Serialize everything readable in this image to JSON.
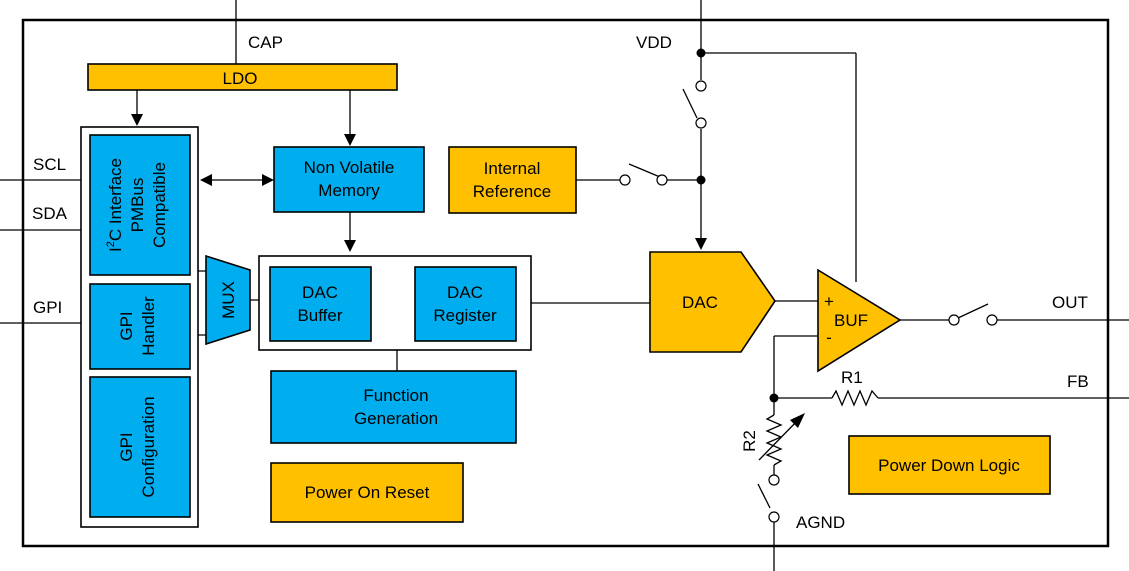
{
  "pins": {
    "cap": "CAP",
    "vdd": "VDD",
    "scl": "SCL",
    "sda": "SDA",
    "gpi": "GPI",
    "out": "OUT",
    "fb": "FB",
    "agnd": "AGND"
  },
  "blocks": {
    "ldo": "LDO",
    "i2c_prefix": "I",
    "i2c_super": "2",
    "i2c_rest": "C Interface",
    "pmbus": "PMBus",
    "compatible": "Compatible",
    "gpi_handler_l1": "GPI",
    "gpi_handler_l2": "Handler",
    "gpi_config_l1": "GPI",
    "gpi_config_l2": "Configuration",
    "nvm_l1": "Non Volatile",
    "nvm_l2": "Memory",
    "iref_l1": "Internal",
    "iref_l2": "Reference",
    "mux": "MUX",
    "dac_buffer_l1": "DAC",
    "dac_buffer_l2": "Buffer",
    "dac_register_l1": "DAC",
    "dac_register_l2": "Register",
    "func_gen_l1": "Function",
    "func_gen_l2": "Generation",
    "por": "Power On Reset",
    "dac": "DAC",
    "buf": "BUF",
    "buf_plus": "+",
    "buf_minus": "-",
    "pdl": "Power Down Logic",
    "r1": "R1",
    "r2": "R2"
  },
  "colors": {
    "blue": "#00aeef",
    "orange": "#ffc000",
    "line": "#000000"
  }
}
